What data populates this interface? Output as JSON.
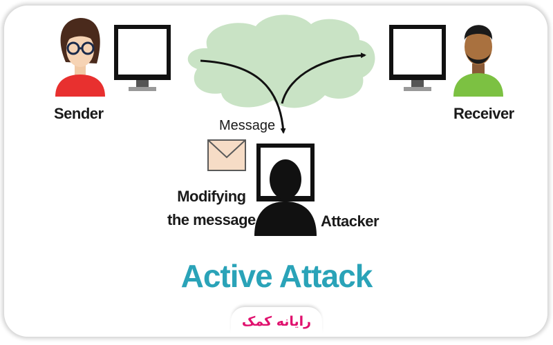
{
  "labels": {
    "sender": "Sender",
    "receiver": "Receiver",
    "message": "Message",
    "modify_line1": "Modifying",
    "modify_line2": "the message",
    "attacker": "Attacker"
  },
  "title": "Active Attack",
  "logo": "رایانه کمک",
  "colors": {
    "title": "#2aa3b8",
    "cloud": "#c9e3c5",
    "envelope": "#f6dcc6",
    "sender_shirt": "#e8302f",
    "receiver_shirt": "#7cc142",
    "logo": "#e0116e"
  },
  "icons": [
    "sender-person-icon",
    "sender-monitor-icon",
    "network-cloud-icon",
    "receiver-monitor-icon",
    "receiver-person-icon",
    "envelope-icon",
    "attacker-monitor-icon",
    "attacker-silhouette-icon"
  ]
}
